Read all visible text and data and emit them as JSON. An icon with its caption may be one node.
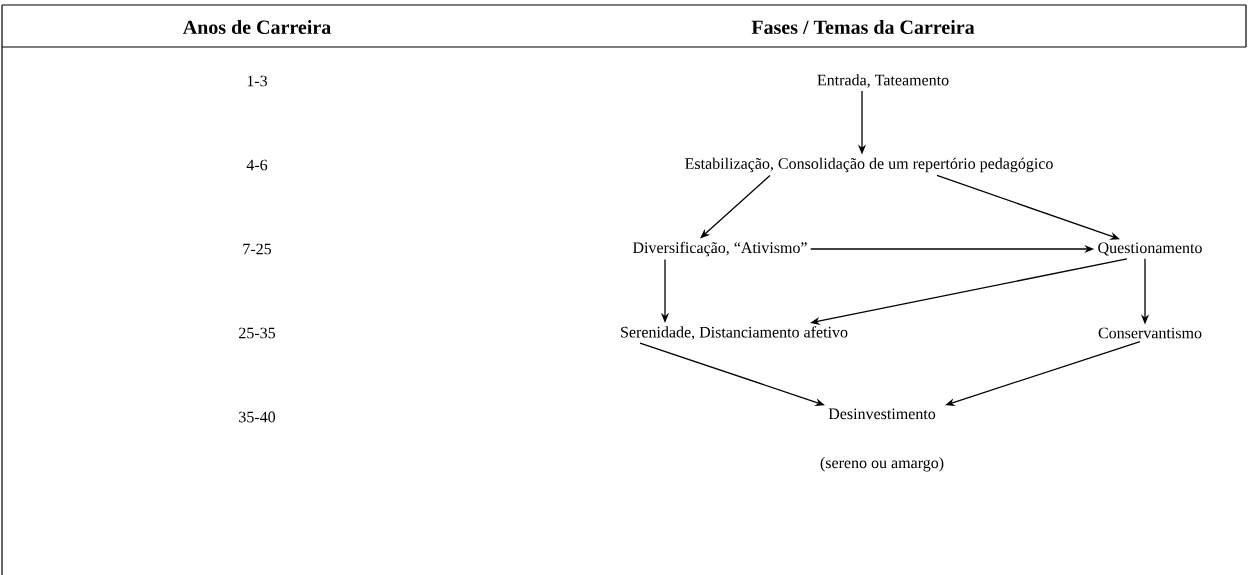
{
  "diagram": {
    "nodes": [
      {
        "text": [
          "Entrada, Tateamento"
        ]
      },
      {
        "text": [
          "Estabilização, Consolidação de um repertório pedagógico"
        ]
      },
      {
        "text": [
          "Diversificação, “Ativismo”"
        ]
      },
      {
        "text": [
          "Questionamento"
        ]
      },
      {
        "text": [
          "Serenidade, Distanciamento afetivo"
        ]
      },
      {
        "text": [
          "Conservantismo"
        ]
      },
      {
        "text": [
          "Desinvestimento",
          "(sereno ou amargo)"
        ]
      }
    ],
    "edges": [
      {
        "from": 0,
        "to": 1,
        "arrow": "to"
      },
      {
        "from": 1,
        "to": 2,
        "arrow": "to"
      },
      {
        "from": 1,
        "to": 3,
        "arrow": "to"
      },
      {
        "from": 2,
        "to": 3,
        "arrow": "to"
      },
      {
        "from": 2,
        "to": 4,
        "arrow": "to"
      },
      {
        "from": 3,
        "to": 4,
        "arrow": "to"
      },
      {
        "from": 3,
        "to": 5,
        "arrow": "to"
      },
      {
        "from": 4,
        "to": 6,
        "arrow": "to"
      },
      {
        "from": 5,
        "to": 6,
        "arrow": "to"
      }
    ],
    "labels": [
      "Anos de Carreira",
      "Fases / Temas da Carreira",
      "1-3",
      "4-6",
      "7-25",
      "25-35",
      "35-40"
    ]
  }
}
